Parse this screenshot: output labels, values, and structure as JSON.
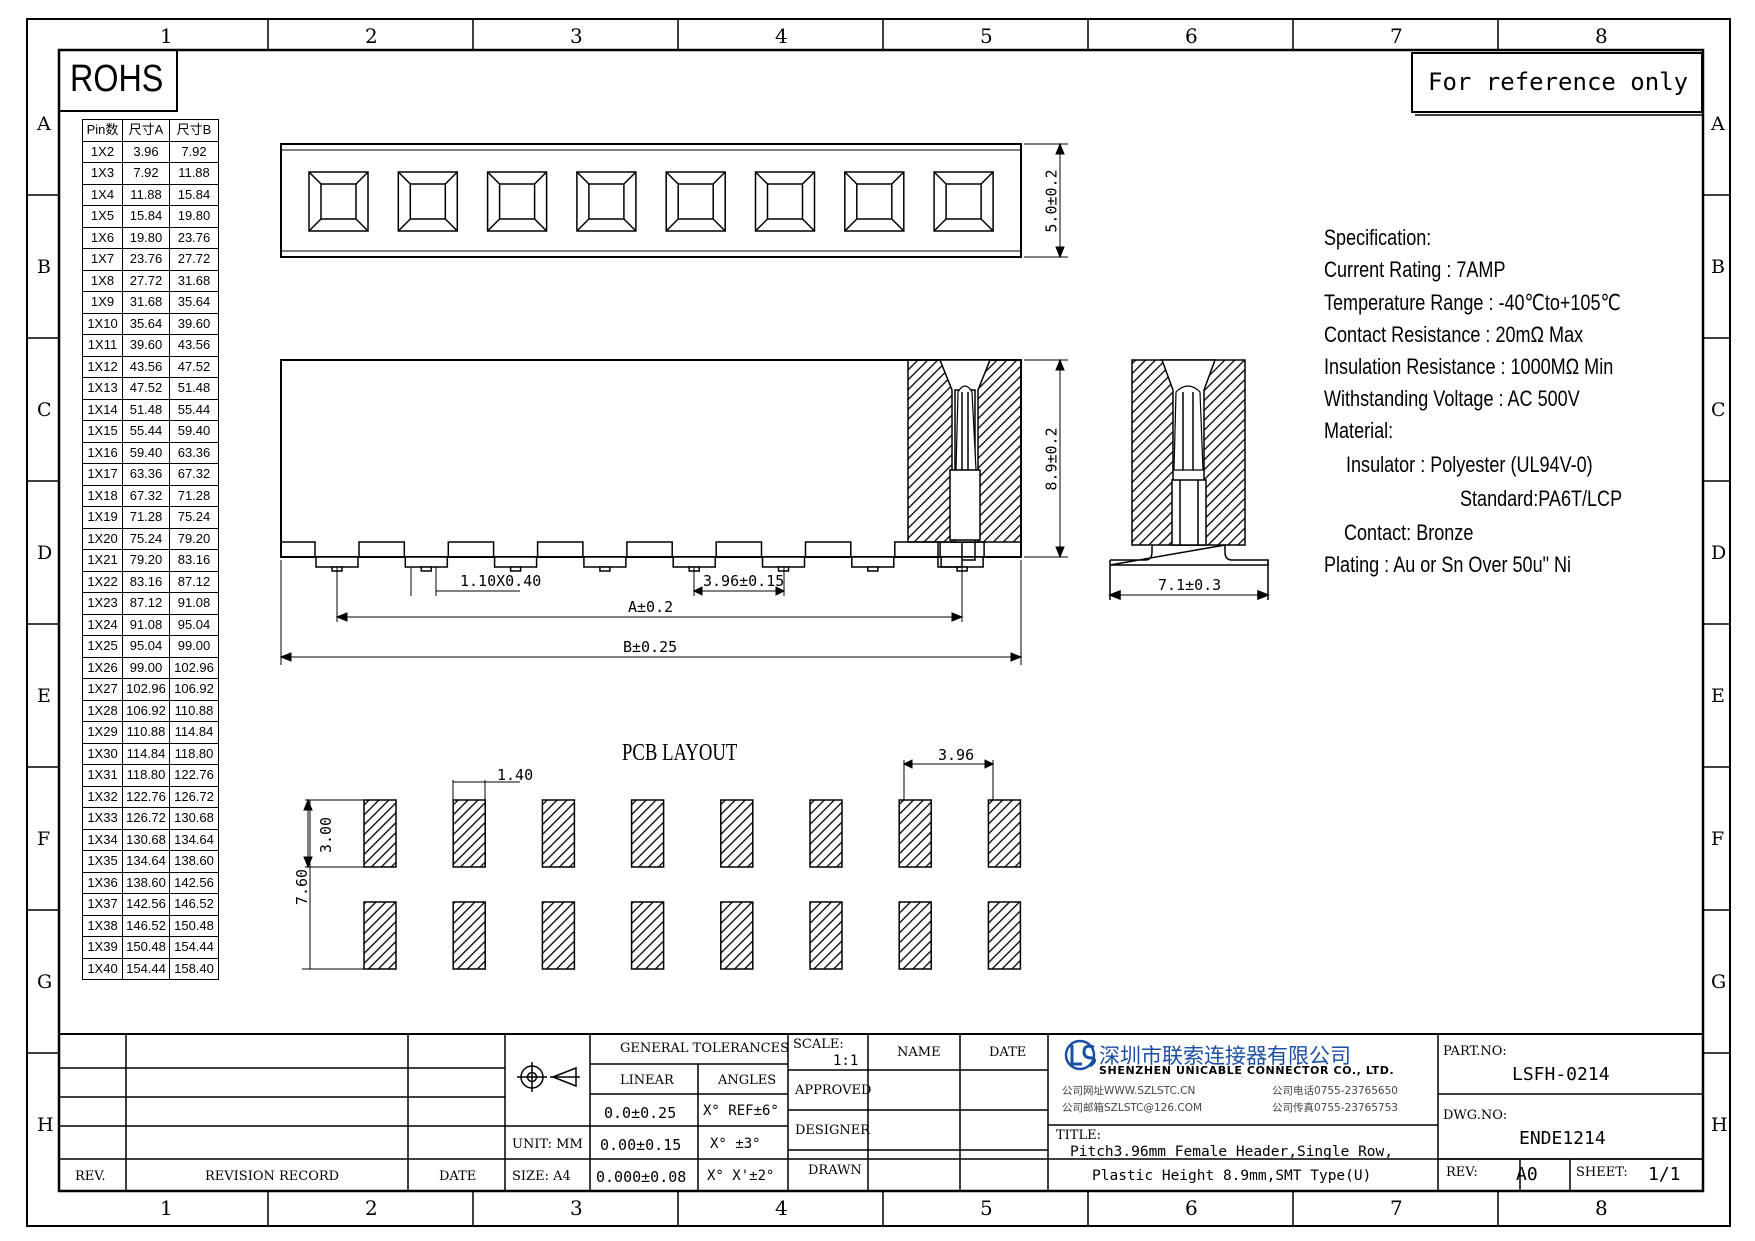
{
  "border": {
    "columns": [
      "1",
      "2",
      "3",
      "4",
      "5",
      "6",
      "7",
      "8"
    ],
    "rows": [
      "A",
      "B",
      "C",
      "D",
      "E",
      "F",
      "G",
      "H"
    ]
  },
  "rohs": "ROHS",
  "reference_note": "For reference only",
  "pin_table": {
    "headers": [
      "Pin数",
      "尺寸A",
      "尺寸B"
    ],
    "rows": [
      [
        "1X2",
        "3.96",
        "7.92"
      ],
      [
        "1X3",
        "7.92",
        "11.88"
      ],
      [
        "1X4",
        "11.88",
        "15.84"
      ],
      [
        "1X5",
        "15.84",
        "19.80"
      ],
      [
        "1X6",
        "19.80",
        "23.76"
      ],
      [
        "1X7",
        "23.76",
        "27.72"
      ],
      [
        "1X8",
        "27.72",
        "31.68"
      ],
      [
        "1X9",
        "31.68",
        "35.64"
      ],
      [
        "1X10",
        "35.64",
        "39.60"
      ],
      [
        "1X11",
        "39.60",
        "43.56"
      ],
      [
        "1X12",
        "43.56",
        "47.52"
      ],
      [
        "1X13",
        "47.52",
        "51.48"
      ],
      [
        "1X14",
        "51.48",
        "55.44"
      ],
      [
        "1X15",
        "55.44",
        "59.40"
      ],
      [
        "1X16",
        "59.40",
        "63.36"
      ],
      [
        "1X17",
        "63.36",
        "67.32"
      ],
      [
        "1X18",
        "67.32",
        "71.28"
      ],
      [
        "1X19",
        "71.28",
        "75.24"
      ],
      [
        "1X20",
        "75.24",
        "79.20"
      ],
      [
        "1X21",
        "79.20",
        "83.16"
      ],
      [
        "1X22",
        "83.16",
        "87.12"
      ],
      [
        "1X23",
        "87.12",
        "91.08"
      ],
      [
        "1X24",
        "91.08",
        "95.04"
      ],
      [
        "1X25",
        "95.04",
        "99.00"
      ],
      [
        "1X26",
        "99.00",
        "102.96"
      ],
      [
        "1X27",
        "102.96",
        "106.92"
      ],
      [
        "1X28",
        "106.92",
        "110.88"
      ],
      [
        "1X29",
        "110.88",
        "114.84"
      ],
      [
        "1X30",
        "114.84",
        "118.80"
      ],
      [
        "1X31",
        "118.80",
        "122.76"
      ],
      [
        "1X32",
        "122.76",
        "126.72"
      ],
      [
        "1X33",
        "126.72",
        "130.68"
      ],
      [
        "1X34",
        "130.68",
        "134.64"
      ],
      [
        "1X35",
        "134.64",
        "138.60"
      ],
      [
        "1X36",
        "138.60",
        "142.56"
      ],
      [
        "1X37",
        "142.56",
        "146.52"
      ],
      [
        "1X38",
        "146.52",
        "150.48"
      ],
      [
        "1X39",
        "150.48",
        "154.44"
      ],
      [
        "1X40",
        "154.44",
        "158.40"
      ]
    ]
  },
  "dimensions": {
    "top_height": "5.0±0.2",
    "side_height": "8.9±0.2",
    "pin_size": "1.10X0.40",
    "pitch": "3.96±0.15",
    "dim_a": "A±0.2",
    "dim_b": "B±0.25",
    "end_width": "7.1±0.3",
    "pcb_title": "PCB LAYOUT",
    "pcb_pad_width": "1.40",
    "pcb_pitch": "3.96",
    "pcb_pad_length": "3.00",
    "pcb_row_span": "7.60"
  },
  "specification": {
    "title": "Specification:",
    "current": "Current Rating : 7AMP",
    "temperature": "Temperature Range : -40℃to+105℃",
    "contact_resistance": "Contact Resistance : 20mΩ Max",
    "insulation_resistance": "Insulation Resistance : 1000MΩ Min",
    "voltage": "Withstanding Voltage : AC 500V",
    "material": "Material:",
    "insulator": "Insulator : Polyester (UL94V-0)",
    "standard": "Standard:PA6T/LCP",
    "contact": "Contact: Bronze",
    "plating": "Plating : Au or Sn Over 50u\" Ni"
  },
  "title_block": {
    "rev_label": "REV.",
    "revision_record": "REVISION RECORD",
    "date_label": "DATE",
    "unit": "UNIT: MM",
    "size": "SIZE: A4",
    "general_tolerances": "GENERAL TOLERANCES",
    "linear": "LINEAR",
    "angles": "ANGLES",
    "tol_1": "0.0±0.25",
    "tol_2": "0.00±0.15",
    "tol_3": "0.000±0.08",
    "ang_1": "X° REF±6°",
    "ang_2": "X° ±3°",
    "ang_3": "X° X'±2°",
    "scale_label": "SCALE:",
    "scale_value": "1:1",
    "name_label": "NAME",
    "date_header": "DATE",
    "approved": "APPROVED",
    "designer": "DESIGNER",
    "drawn": "DRAWN",
    "company_cn": "深圳市联索连接器有限公司",
    "company_en": "SHENZHEN UNICABLE CONNECTOR CO., LTD.",
    "website": "公司网址WWW.SZLSTC.CN",
    "email": "公司邮箱SZLSTC@126.COM",
    "phone": "公司电话0755-23765650",
    "fax": "公司传真0755-23765753",
    "title_label": "TITLE:",
    "title_line1": "Pitch3.96mm Female Header,Single Row,",
    "title_line2": "Plastic Height 8.9mm,SMT Type(U)",
    "part_no_label": "PART.NO:",
    "part_no": "LSFH-0214",
    "dwg_no_label": "DWG.NO:",
    "dwg_no": "ENDE1214",
    "rev_label2": "REV:",
    "rev_value": "A0",
    "sheet_label": "SHEET:",
    "sheet_value": "1/1"
  },
  "colors": {
    "ink": "#000000",
    "logo_blue": "#1a4fa3"
  }
}
